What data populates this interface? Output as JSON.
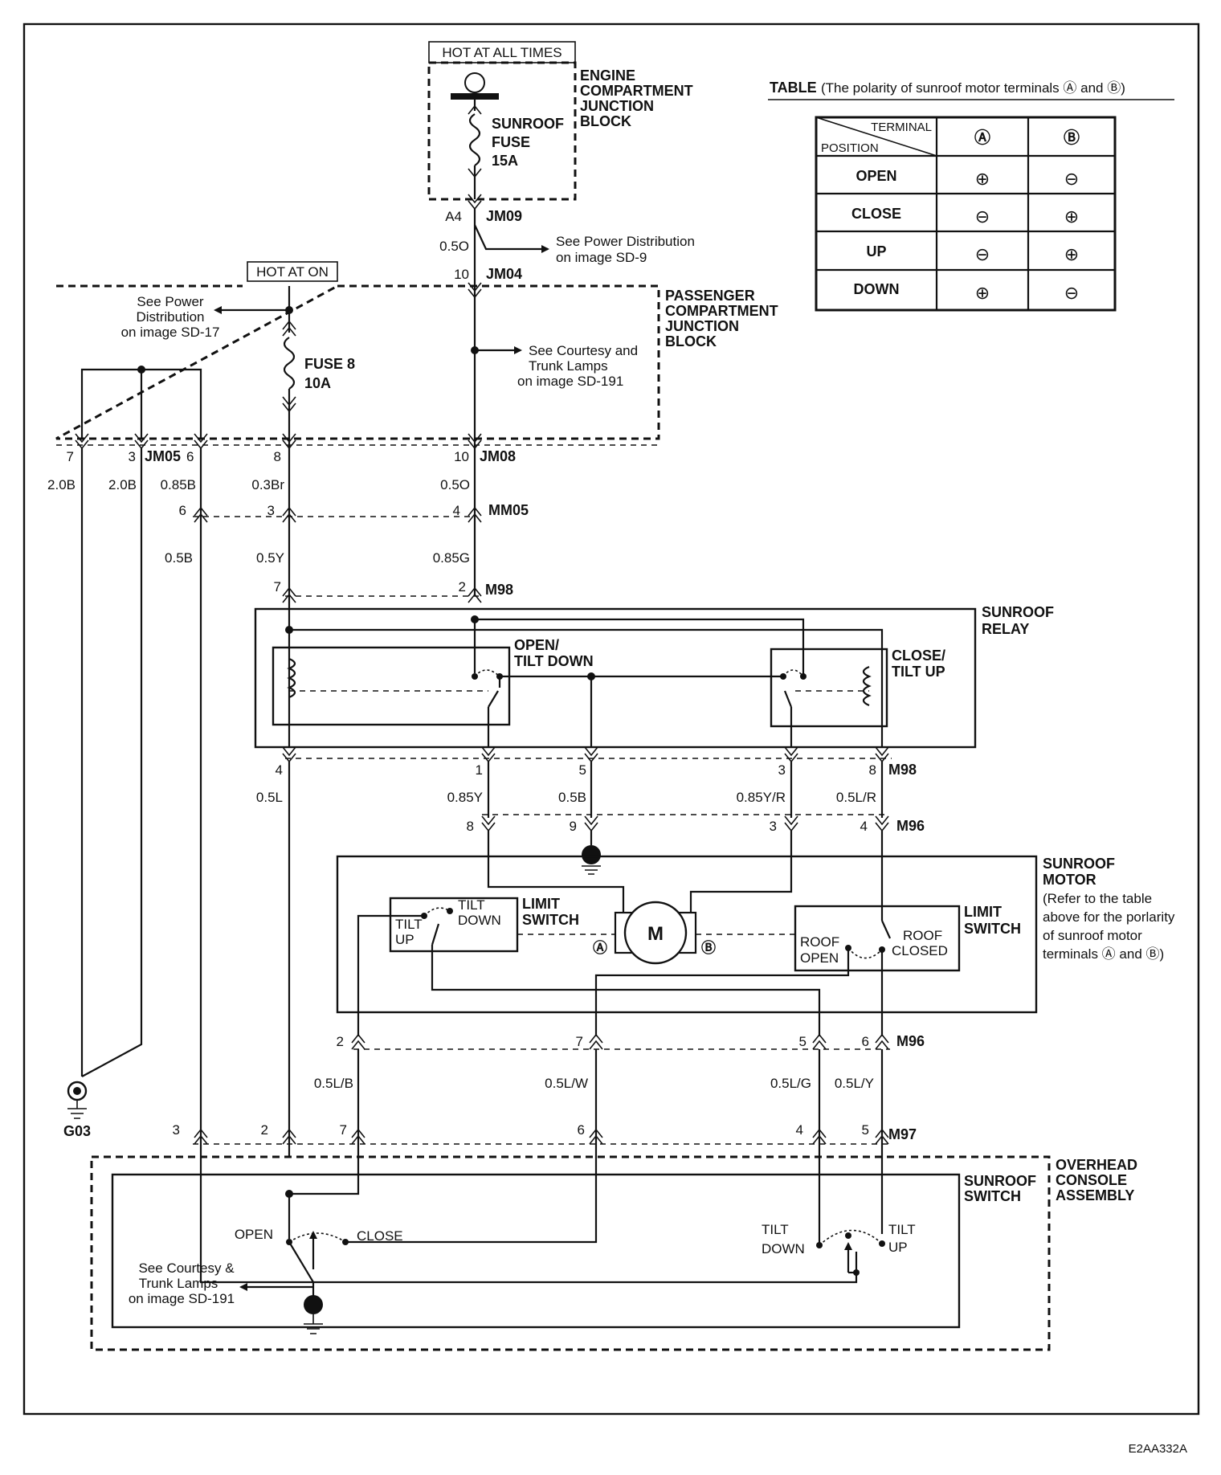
{
  "labels": {
    "hot_at_all_times": "HOT AT ALL TIMES",
    "hot_at_on": "HOT AT ON",
    "engine_block": [
      "ENGINE",
      "COMPARTMENT",
      "JUNCTION",
      "BLOCK"
    ],
    "passenger_block": [
      "PASSENGER",
      "COMPARTMENT",
      "JUNCTION",
      "BLOCK"
    ],
    "sunroof_fuse": [
      "SUNROOF",
      "FUSE",
      "15A"
    ],
    "fuse8": [
      "FUSE 8",
      "10A"
    ],
    "see_power_sd9": [
      "See Power Distribution",
      "on image SD-9"
    ],
    "see_power_sd17": [
      "See Power",
      "Distribution",
      "on image SD-17"
    ],
    "see_courtesy_sd191": [
      "See Courtesy and",
      "Trunk Lamps",
      "on image SD-191"
    ],
    "see_courtesy_switch": [
      "See Courtesy &",
      "Trunk Lamps",
      "on image SD-191"
    ],
    "sunroof_relay": [
      "SUNROOF",
      "RELAY"
    ],
    "open_tilt_down": [
      "OPEN/",
      "TILT DOWN"
    ],
    "close_tilt_up": [
      "CLOSE/",
      "TILT UP"
    ],
    "sunroof_motor": [
      "SUNROOF",
      "MOTOR",
      "(Refer to the table",
      "above for the porlarity",
      "of sunroof motor",
      "terminals Ⓐ and Ⓑ)"
    ],
    "limit_switch_left": [
      "LIMIT",
      "SWITCH"
    ],
    "limit_switch_right": [
      "LIMIT",
      "SWITCH"
    ],
    "tilt_up": [
      "TILT",
      "UP"
    ],
    "tilt_down": [
      "TILT",
      "DOWN"
    ],
    "roof_open": [
      "ROOF",
      "OPEN"
    ],
    "roof_closed": [
      "ROOF",
      "CLOSED"
    ],
    "motor_symbol": "M",
    "terminal_a": "Ⓐ",
    "terminal_b": "Ⓑ",
    "overhead_console": [
      "OVERHEAD",
      "CONSOLE",
      "ASSEMBLY"
    ],
    "sunroof_switch": [
      "SUNROOF",
      "SWITCH"
    ],
    "sw_open": "OPEN",
    "sw_close": "CLOSE",
    "sw_tilt_down": [
      "TILT",
      "DOWN"
    ],
    "sw_tilt_up": [
      "TILT",
      "UP"
    ],
    "ground": "G03",
    "footer_code": "E2AA332A"
  },
  "connectors": {
    "jm09": "JM09",
    "jm04": "JM04",
    "jm05": "JM05",
    "jm08": "JM08",
    "mm05": "MM05",
    "m98_top": "M98",
    "m98_bot": "M98",
    "m96_top": "M96",
    "m96_bot": "M96",
    "m97": "M97"
  },
  "pins": {
    "a4": "A4",
    "p10_jm04": "10",
    "p7_jm05": "7",
    "p3_jm05": "3",
    "p6_jm05": "6",
    "p8_jm": "8",
    "p10_jm08": "10",
    "p6_mm05": "6",
    "p3_mm05": "3",
    "p4_mm05": "4",
    "p7_m98": "7",
    "p2_m98": "2",
    "p4_m98b": "4",
    "p1_m98b": "1",
    "p5_m98b": "5",
    "p3_m98b": "3",
    "p8_m98b": "8",
    "p8_m96": "8",
    "p9_m96": "9",
    "p3_m96": "3",
    "p4_m96": "4",
    "p2_m96b": "2",
    "p7_m96b": "7",
    "p5_m96b": "5",
    "p6_m96b": "6",
    "p3_m97": "3",
    "p2_m97": "2",
    "p7_m97": "7",
    "p6_m97": "6",
    "p4_m97": "4",
    "p5_m97": "5"
  },
  "wires": {
    "w_05o_a": "0.5O",
    "w_2ob_1": "2.0B",
    "w_2ob_2": "2.0B",
    "w_085b": "0.85B",
    "w_03br": "0.3Br",
    "w_05o_b": "0.5O",
    "w_05b_a": "0.5B",
    "w_05y": "0.5Y",
    "w_085g": "0.85G",
    "w_05l": "0.5L",
    "w_085y": "0.85Y",
    "w_05b_b": "0.5B",
    "w_085yr": "0.85Y/R",
    "w_05lr": "0.5L/R",
    "w_05lb": "0.5L/B",
    "w_05lw": "0.5L/W",
    "w_05lg": "0.5L/G",
    "w_05ly": "0.5L/Y"
  },
  "polarity_table": {
    "title": "TABLE",
    "subtitle": "(The polarity of sunroof motor terminals Ⓐ and Ⓑ)",
    "corner_top": "TERMINAL",
    "corner_bottom": "POSITION",
    "col_a": "Ⓐ",
    "col_b": "Ⓑ",
    "rows": [
      {
        "position": "OPEN",
        "a": "⊕",
        "b": "⊖"
      },
      {
        "position": "CLOSE",
        "a": "⊖",
        "b": "⊕"
      },
      {
        "position": "UP",
        "a": "⊖",
        "b": "⊕"
      },
      {
        "position": "DOWN",
        "a": "⊕",
        "b": "⊖"
      }
    ]
  }
}
